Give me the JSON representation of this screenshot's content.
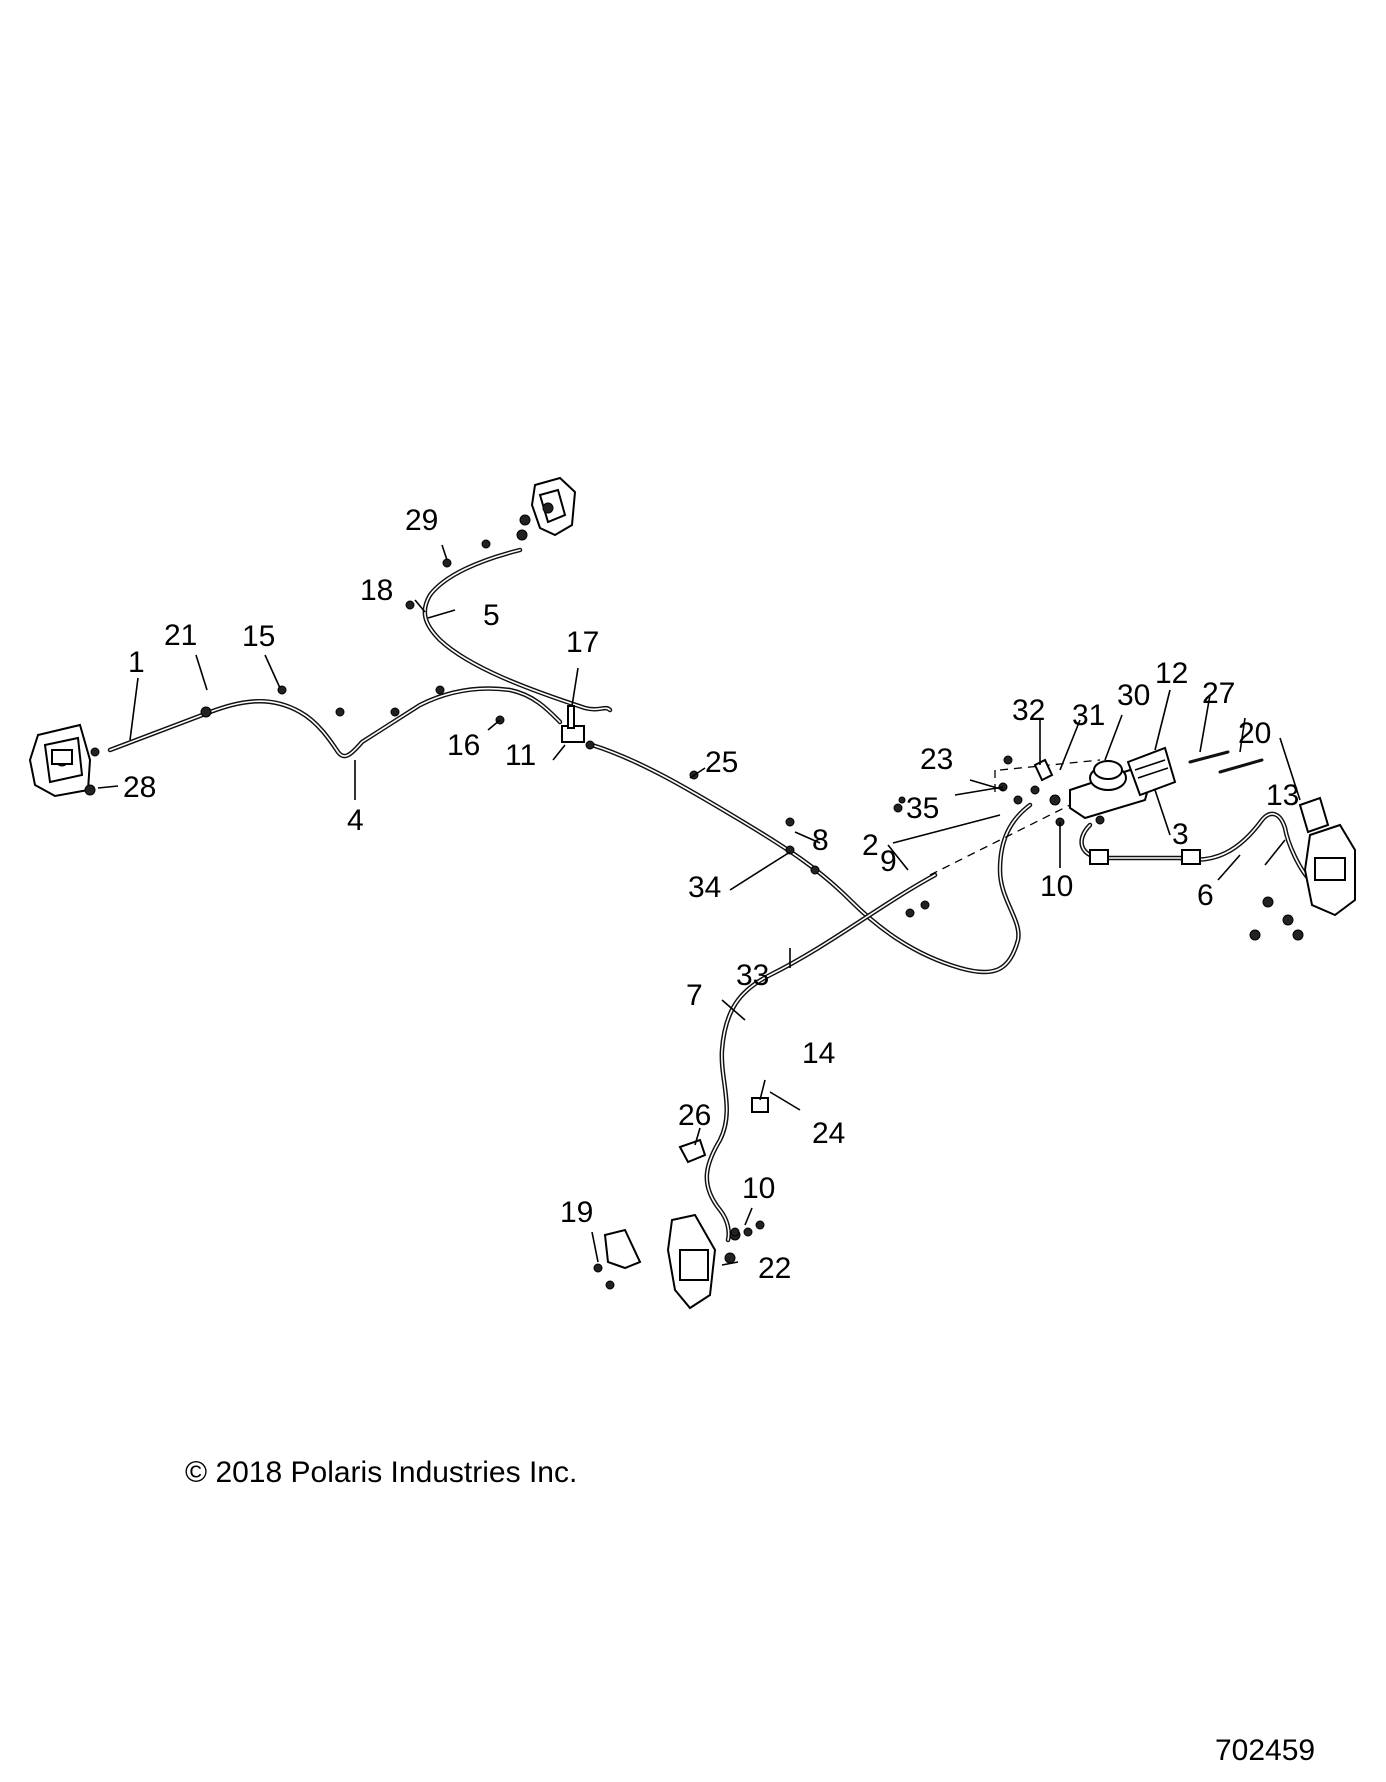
{
  "callouts": [
    {
      "id": "c1",
      "text": "1"
    },
    {
      "id": "c2",
      "text": "2"
    },
    {
      "id": "c3",
      "text": "3"
    },
    {
      "id": "c4",
      "text": "4"
    },
    {
      "id": "c5",
      "text": "5"
    },
    {
      "id": "c6",
      "text": "6"
    },
    {
      "id": "c7",
      "text": "7"
    },
    {
      "id": "c8",
      "text": "8"
    },
    {
      "id": "c9",
      "text": "9"
    },
    {
      "id": "c10a",
      "text": "10"
    },
    {
      "id": "c10b",
      "text": "10"
    },
    {
      "id": "c11",
      "text": "11"
    },
    {
      "id": "c12",
      "text": "12"
    },
    {
      "id": "c13",
      "text": "13"
    },
    {
      "id": "c14",
      "text": "14"
    },
    {
      "id": "c15",
      "text": "15"
    },
    {
      "id": "c16",
      "text": "16"
    },
    {
      "id": "c17",
      "text": "17"
    },
    {
      "id": "c18",
      "text": "18"
    },
    {
      "id": "c19",
      "text": "19"
    },
    {
      "id": "c20",
      "text": "20"
    },
    {
      "id": "c21",
      "text": "21"
    },
    {
      "id": "c22",
      "text": "22"
    },
    {
      "id": "c23",
      "text": "23"
    },
    {
      "id": "c24",
      "text": "24"
    },
    {
      "id": "c25",
      "text": "25"
    },
    {
      "id": "c26",
      "text": "26"
    },
    {
      "id": "c27",
      "text": "27"
    },
    {
      "id": "c28",
      "text": "28"
    },
    {
      "id": "c29",
      "text": "29"
    },
    {
      "id": "c30",
      "text": "30"
    },
    {
      "id": "c31",
      "text": "31"
    },
    {
      "id": "c32",
      "text": "32"
    },
    {
      "id": "c33",
      "text": "33"
    },
    {
      "id": "c34",
      "text": "34"
    },
    {
      "id": "c35",
      "text": "35"
    }
  ],
  "copyright": "© 2018 Polaris Industries Inc.",
  "drawing_number": "702459"
}
